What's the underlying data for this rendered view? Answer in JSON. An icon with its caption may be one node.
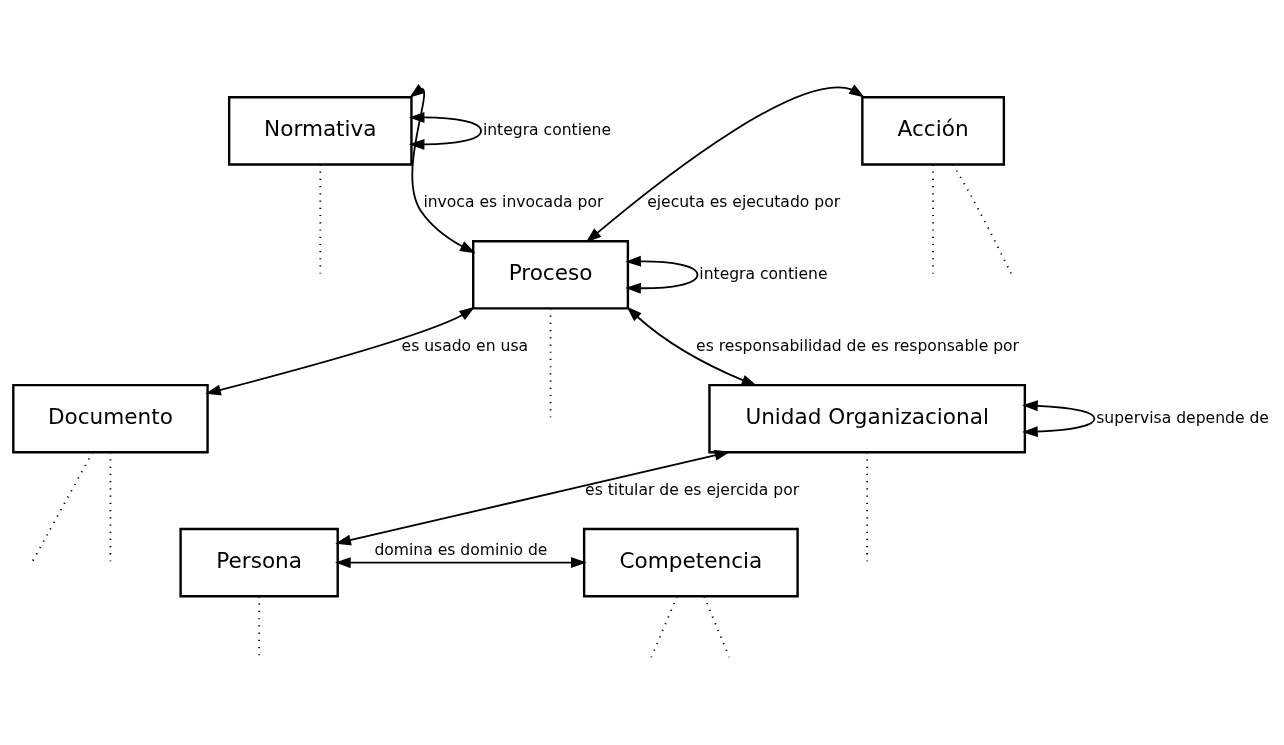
{
  "diagram": {
    "nodes": [
      {
        "text": [
          "Acción"
        ]
      },
      {
        "text": [
          "Normativa"
        ]
      },
      {
        "text": [
          "Proceso"
        ]
      },
      {
        "text": [
          "Documento"
        ]
      },
      {
        "text": [
          "Unidad Organizacional"
        ]
      },
      {
        "text": [
          "Persona"
        ]
      },
      {
        "text": [
          "Competencia"
        ]
      }
    ],
    "edges": [
      {
        "from": 2,
        "to": 0,
        "arrow": "both",
        "label": "ejecuta es ejecutado por"
      },
      {
        "from": 2,
        "to": 1,
        "arrow": "both",
        "label": "invoca es invocada por"
      },
      {
        "from": 1,
        "to": 1,
        "arrow": "both",
        "label": "integra contiene"
      },
      {
        "from": 2,
        "to": 2,
        "arrow": "both",
        "label": "integra contiene"
      },
      {
        "from": 2,
        "to": 3,
        "arrow": "both",
        "label": "es usado en usa"
      },
      {
        "from": 2,
        "to": 4,
        "arrow": "both",
        "label": "es responsabilidad de es responsable por"
      },
      {
        "from": 4,
        "to": 4,
        "arrow": "both",
        "label": "supervisa depende de"
      },
      {
        "from": 4,
        "to": 5,
        "arrow": "both",
        "label": "es titular de es ejercida por"
      },
      {
        "from": 5,
        "to": 6,
        "arrow": "both",
        "label": "domina es dominio de"
      },
      {
        "from": 0,
        "to": null,
        "arrow": "none",
        "style": "dashed"
      },
      {
        "from": 0,
        "to": null,
        "arrow": "none",
        "style": "dashed"
      },
      {
        "from": 1,
        "to": null,
        "arrow": "none",
        "style": "dashed"
      },
      {
        "from": 2,
        "to": null,
        "arrow": "none",
        "style": "dashed"
      },
      {
        "from": 3,
        "to": null,
        "arrow": "none",
        "style": "dashed"
      },
      {
        "from": 3,
        "to": null,
        "arrow": "none",
        "style": "dashed"
      },
      {
        "from": 4,
        "to": null,
        "arrow": "none",
        "style": "dashed"
      },
      {
        "from": 5,
        "to": null,
        "arrow": "none",
        "style": "dashed"
      },
      {
        "from": 6,
        "to": null,
        "arrow": "none",
        "style": "dashed"
      },
      {
        "from": 6,
        "to": null,
        "arrow": "none",
        "style": "dashed"
      }
    ]
  }
}
